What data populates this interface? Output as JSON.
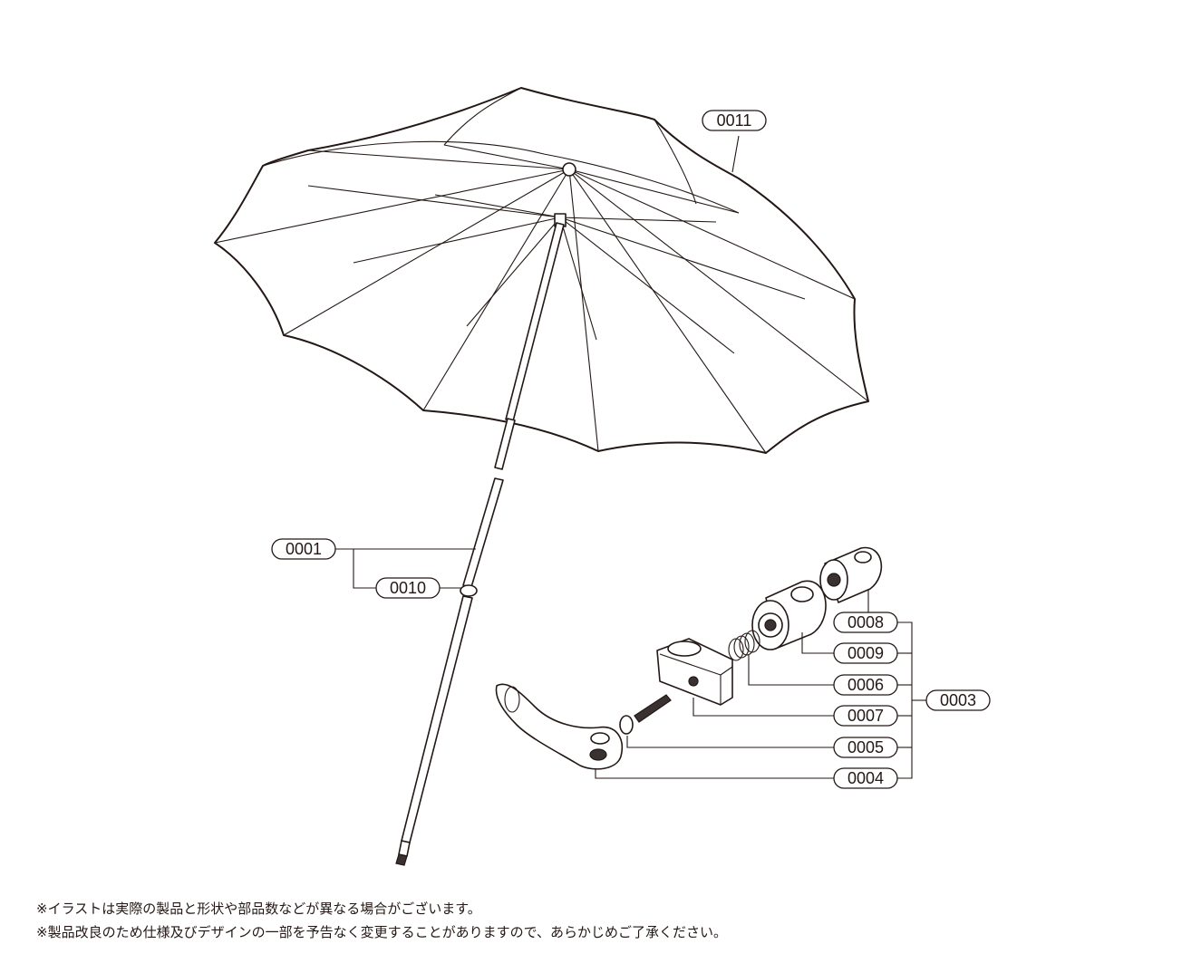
{
  "parts": {
    "p0011": "0011",
    "p0001": "0001",
    "p0010": "0010",
    "p0008": "0008",
    "p0009": "0009",
    "p0006": "0006",
    "p0007": "0007",
    "p0005": "0005",
    "p0004": "0004",
    "p0003": "0003"
  },
  "notes": {
    "line1": "※イラストは実際の製品と形状や部品数などが異なる場合がございます。",
    "line2": "※製品改良のため仕様及びデザインの一部を予告なく変更することがありますので、あらかじめご了承ください。"
  },
  "colors": {
    "line": "#231815",
    "background": "#ffffff"
  }
}
